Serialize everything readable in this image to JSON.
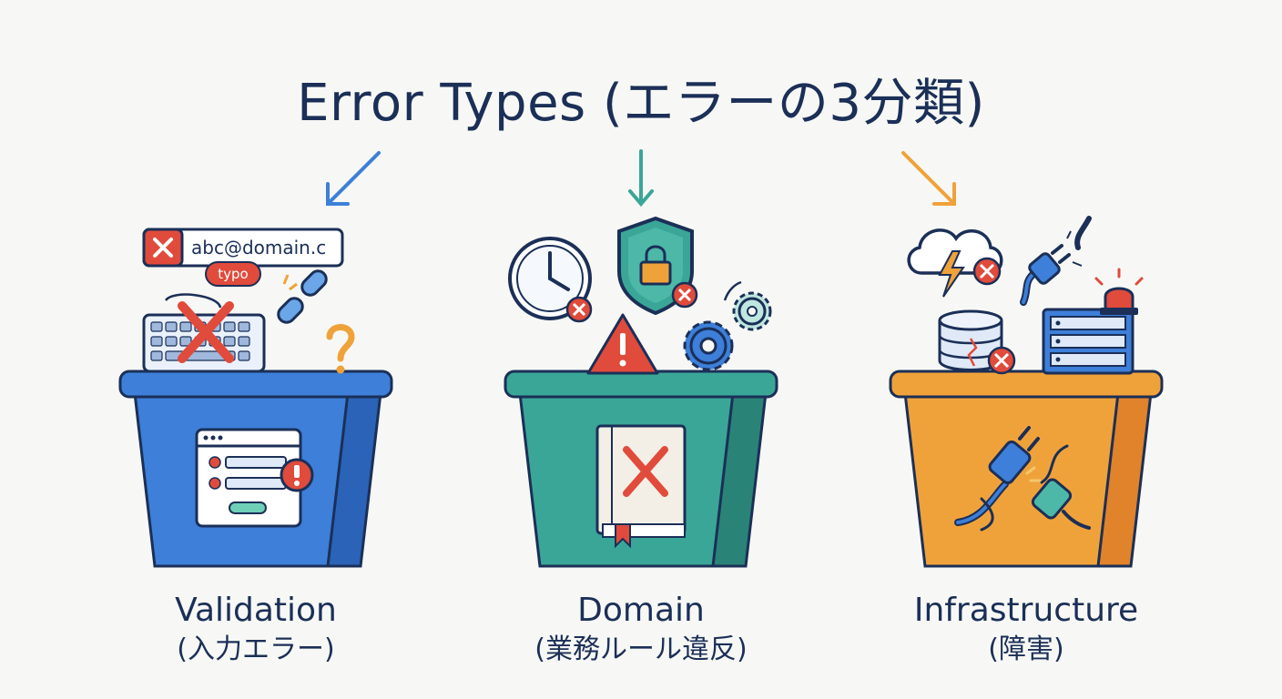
{
  "title": "Error Types (エラーの3分類)",
  "colors": {
    "navy": "#1b2f57",
    "validation": "#3d7fd9",
    "domain": "#3aa697",
    "infrastructure": "#f0a23a",
    "error_red": "#e04b3c",
    "background": "#f7f8f5"
  },
  "categories": [
    {
      "label": "Validation",
      "sublabel": "(入力エラー)",
      "accent": "#3d7fd9",
      "arrow_color": "#3d7fd9",
      "icons": [
        "x-icon",
        "email-field-icon",
        "typo-tag-icon",
        "keyboard-icon",
        "broken-link-icon",
        "question-icon",
        "form-error-icon",
        "alert-icon"
      ],
      "email_text": "abc@domain.c",
      "tag_text": "typo"
    },
    {
      "label": "Domain",
      "sublabel": "(業務ルール違反)",
      "accent": "#3aa697",
      "arrow_color": "#3aa697",
      "icons": [
        "clock-icon",
        "shield-lock-icon",
        "warning-triangle-icon",
        "gears-icon",
        "rulebook-x-icon"
      ]
    },
    {
      "label": "Infrastructure",
      "sublabel": "(障害)",
      "accent": "#f0a23a",
      "arrow_color": "#f0a23a",
      "icons": [
        "cloud-lightning-icon",
        "plug-icon",
        "database-icon",
        "server-icon",
        "siren-icon",
        "unplugged-cable-icon"
      ]
    }
  ]
}
